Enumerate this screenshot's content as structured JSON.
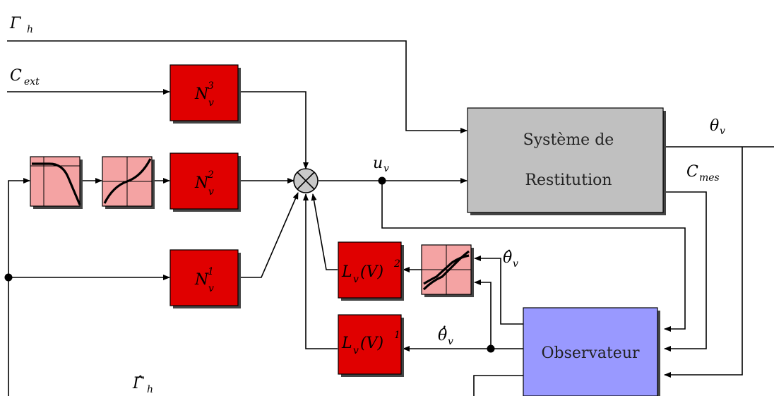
{
  "inputs": {
    "gamma_h": "Γ",
    "gamma_h_sub": "h",
    "c_ext": "C",
    "c_ext_sub": "ext",
    "gamma_h_hat": "Γ̂",
    "gamma_h_hat_sub": "h"
  },
  "blocks": {
    "n3": {
      "main": "N",
      "sub": "v",
      "sup": "3"
    },
    "n2": {
      "main": "N",
      "sub": "v",
      "sup": "2"
    },
    "n1": {
      "main": "N",
      "sub": "v",
      "sup": "1"
    },
    "l2": {
      "main": "L",
      "sub": "v",
      "arg": "(V)",
      "sup": "2"
    },
    "l1": {
      "main": "L",
      "sub": "v",
      "arg": "(V)",
      "sup": "1"
    },
    "system_line1": "Système de",
    "system_line2": "Restitution",
    "observer": "Observateur"
  },
  "signals": {
    "u_v": "u",
    "u_v_sub": "v",
    "theta_v": "θ",
    "theta_v_sub": "v",
    "c_mes": "C",
    "c_mes_sub": "mes",
    "theta_hat": "θ̂",
    "theta_hat_sub": "v",
    "theta_dot_hat": "θ̂̇",
    "theta_dot_hat_sub": "v"
  },
  "colors": {
    "red_block": "#e00000",
    "pink_block": "#f4a3a3",
    "system_fill": "#c0c0c0",
    "observer_fill": "#9999ff",
    "shadow": "#444444",
    "sum_fill": "#c8c8c8"
  }
}
